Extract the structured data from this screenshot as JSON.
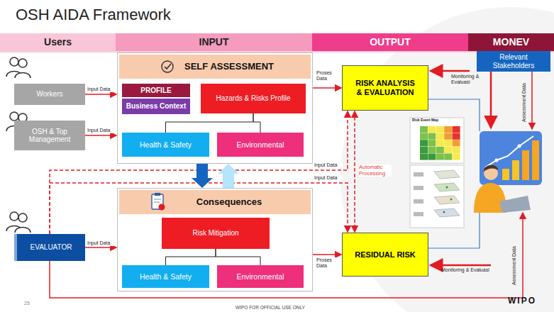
{
  "diagram": {
    "title": "OSH AIDA Framework",
    "nodes": [
      {
        "text": [
          "Users"
        ]
      },
      {
        "text": [
          "INPUT"
        ]
      },
      {
        "text": [
          "OUTPUT"
        ]
      },
      {
        "text": [
          "MONEV"
        ]
      },
      {
        "text": [
          "Workers"
        ]
      },
      {
        "text": [
          "OSH & Top Management"
        ]
      },
      {
        "text": [
          "EVALUATOR"
        ]
      },
      {
        "text": [
          "SELF ASSESSMENT"
        ]
      },
      {
        "text": [
          "PROFILE"
        ],
        "in": 7
      },
      {
        "text": [
          "Business Context"
        ],
        "in": 7
      },
      {
        "text": [
          "Hazards & Risks Profile"
        ],
        "in": 7
      },
      {
        "text": [
          "Health & Safety"
        ],
        "in": 7
      },
      {
        "text": [
          "Environmental"
        ],
        "in": 7
      },
      {
        "text": [
          "Consequences"
        ]
      },
      {
        "text": [
          "Risk Mitigation"
        ],
        "in": 13
      },
      {
        "text": [
          "Health & Safety"
        ],
        "in": 13
      },
      {
        "text": [
          "Environmental"
        ],
        "in": 13
      },
      {
        "text": [
          "RISK ANALYSIS & EVALUATION"
        ]
      },
      {
        "text": [
          "RESIDUAL RISK"
        ]
      },
      {
        "text": [
          "Relevant Stakeholders"
        ]
      }
    ],
    "edges": [
      {
        "from": 4,
        "to": 7,
        "label": "Input Data",
        "arrow": "to"
      },
      {
        "from": 5,
        "to": 7,
        "label": "Input Data",
        "arrow": "to"
      },
      {
        "from": 6,
        "to": 13,
        "label": "Input Data",
        "arrow": "to"
      },
      {
        "from": 7,
        "to": 17,
        "label": "Proses Data",
        "arrow": "to"
      },
      {
        "from": 13,
        "to": 18,
        "label": "Proses Data",
        "arrow": "to"
      },
      {
        "from": 17,
        "to": 18,
        "label": "Automatic Processing",
        "arrow": "both"
      },
      {
        "from": 6,
        "to": 17,
        "label": "Input Data",
        "arrow": "to"
      },
      {
        "from": 6,
        "to": 18,
        "label": "Input Data",
        "arrow": "to"
      },
      {
        "from": 7,
        "to": 13,
        "arrow": "to"
      },
      {
        "from": 13,
        "to": 7,
        "arrow": "to"
      },
      {
        "from": 10,
        "to": 11,
        "arrow": "none"
      },
      {
        "from": 10,
        "to": 12,
        "arrow": "none"
      },
      {
        "from": 14,
        "to": 15,
        "arrow": "none"
      },
      {
        "from": 14,
        "to": 16,
        "arrow": "none"
      }
    ],
    "labels": [
      "Monitoring & Evaluasi",
      "Monitoring & Evaluasi",
      "Assessment Data",
      "Assessment Data",
      "Risk Event Map",
      "25",
      "WIPO FOR OFFICIAL USE ONLY",
      "WIPO"
    ]
  }
}
